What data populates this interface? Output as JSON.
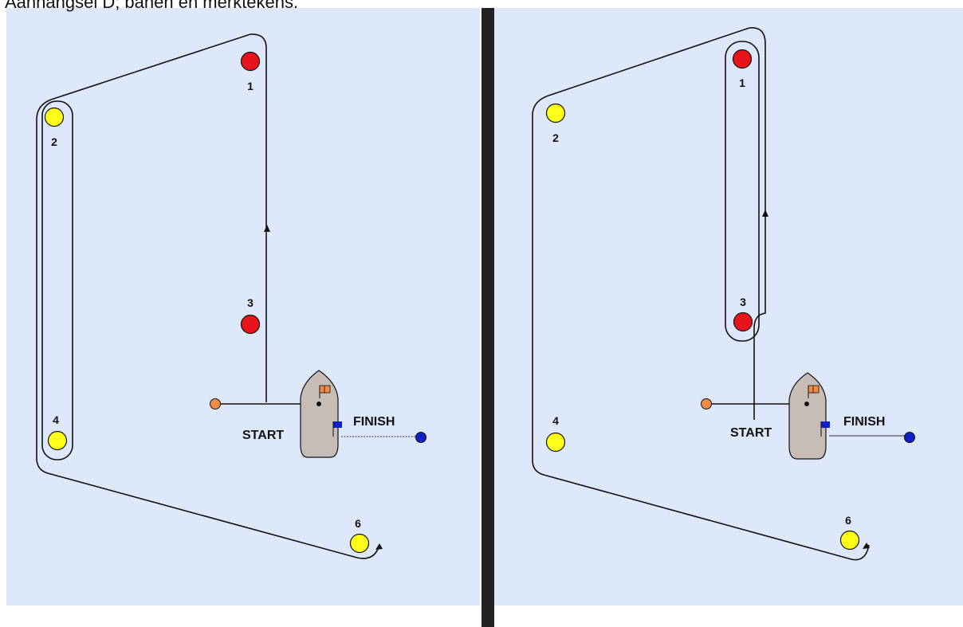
{
  "caption": "Aanhangsel D; banen en merktekens.",
  "colors": {
    "water": "#dde9fb",
    "divider": "#222222",
    "course_line": "#111111",
    "red_mark": "#e8141b",
    "yellow_mark": "#ffff1a",
    "orange_buoy": "#f08c46",
    "blue_buoy": "#1020c8",
    "committee_boat": "#c7bcb6",
    "start_flag": "#f08c46",
    "finish_flag": "#1020c8"
  },
  "panels": [
    {
      "id": "left",
      "marks": [
        {
          "label": "1",
          "color": "red"
        },
        {
          "label": "2",
          "color": "yellow"
        },
        {
          "label": "3",
          "color": "red"
        },
        {
          "label": "4",
          "color": "yellow"
        },
        {
          "label": "6",
          "color": "yellow"
        }
      ],
      "start_label": "START",
      "finish_label": "FINISH"
    },
    {
      "id": "right",
      "marks": [
        {
          "label": "1",
          "color": "red"
        },
        {
          "label": "2",
          "color": "yellow"
        },
        {
          "label": "3",
          "color": "red"
        },
        {
          "label": "4",
          "color": "yellow"
        },
        {
          "label": "6",
          "color": "yellow"
        }
      ],
      "start_label": "START",
      "finish_label": "FINISH"
    }
  ]
}
